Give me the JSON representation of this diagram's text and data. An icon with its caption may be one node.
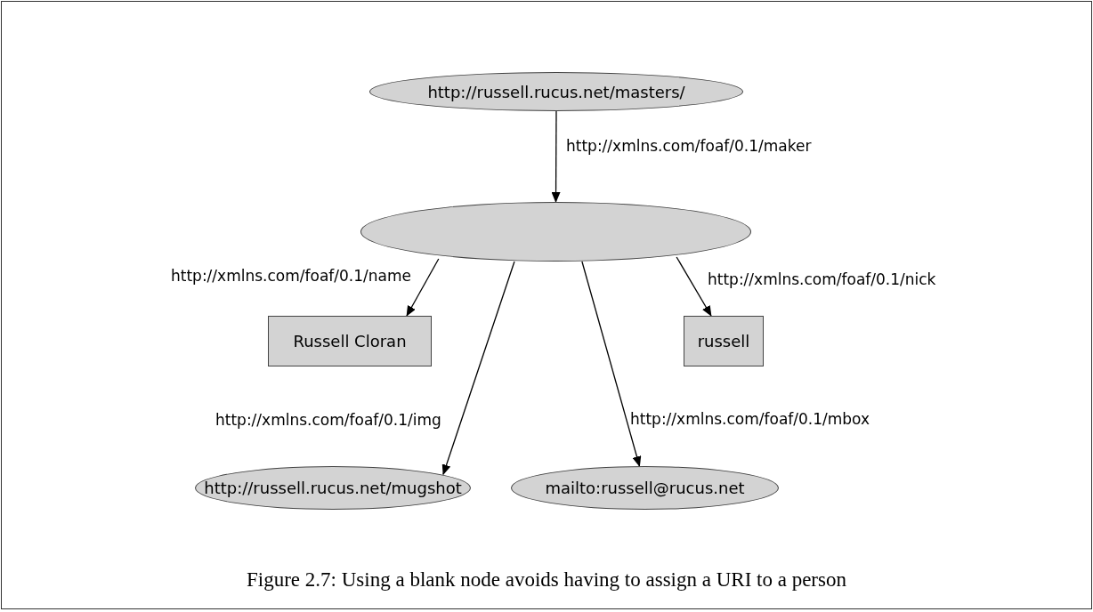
{
  "diagram": {
    "caption": "Figure 2.7: Using a blank node avoids having to assign a URI to a person",
    "nodes": [
      {
        "text": [
          "http://russell.rucus.net/masters/"
        ]
      },
      {
        "text": [],
        "shape": "ellipse"
      },
      {
        "text": [
          "Russell Cloran"
        ]
      },
      {
        "text": [
          "russell"
        ]
      },
      {
        "text": [
          "http://russell.rucus.net/mugshot"
        ]
      },
      {
        "text": [
          "mailto:russell@rucus.net"
        ]
      }
    ],
    "edges": [
      {
        "from": 0,
        "to": 1,
        "arrow": "to",
        "label": "http://xmlns.com/foaf/0.1/maker"
      },
      {
        "from": 1,
        "to": 2,
        "arrow": "to",
        "label": "http://xmlns.com/foaf/0.1/name"
      },
      {
        "from": 1,
        "to": 3,
        "arrow": "to",
        "label": "http://xmlns.com/foaf/0.1/nick"
      },
      {
        "from": 1,
        "to": 4,
        "arrow": "to",
        "label": "http://xmlns.com/foaf/0.1/img"
      },
      {
        "from": 1,
        "to": 5,
        "arrow": "to",
        "label": "http://xmlns.com/foaf/0.1/mbox"
      }
    ]
  }
}
